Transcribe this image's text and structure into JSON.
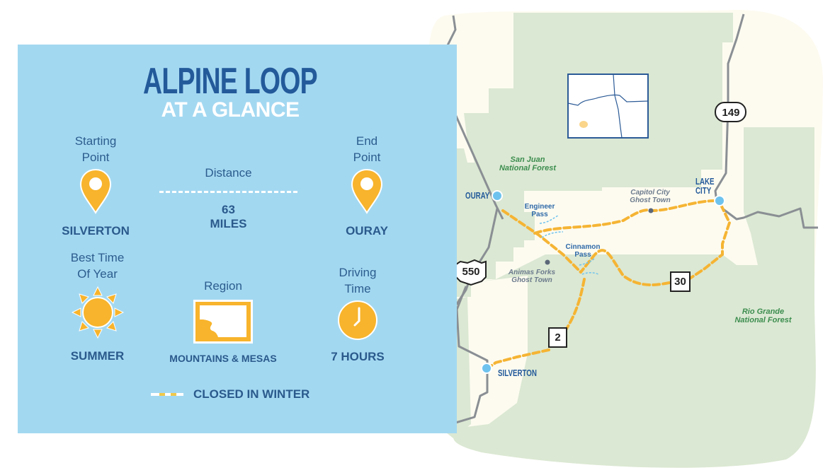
{
  "header": {
    "title": "ALPINE LOOP",
    "subtitle": "AT A GLANCE"
  },
  "facts": {
    "start": {
      "label_line1": "Starting",
      "label_line2": "Point",
      "value": "SILVERTON",
      "icon": "map-pin-icon"
    },
    "distance": {
      "label": "Distance",
      "number": "63",
      "unit": "MILES",
      "icon": "dashed-line-icon"
    },
    "end": {
      "label_line1": "End",
      "label_line2": "Point",
      "value": "OURAY",
      "icon": "map-pin-icon"
    },
    "season": {
      "label_line1": "Best Time",
      "label_line2": "Of Year",
      "value": "SUMMER",
      "icon": "sun-icon"
    },
    "region": {
      "label": "Region",
      "value": "MOUNTAINS & MESAS",
      "icon": "region-map-icon"
    },
    "driving": {
      "label_line1": "Driving",
      "label_line2": "Time",
      "value": "7 HOURS",
      "icon": "clock-icon"
    }
  },
  "legend": {
    "closed_in_winter": "CLOSED IN WINTER"
  },
  "map": {
    "towns": [
      "OURAY",
      "LAKE",
      "CITY",
      "SILVERTON"
    ],
    "forests": {
      "san_juan_1": "San Juan",
      "san_juan_2": "National Forest",
      "rio_grande_1": "Rio Grande",
      "rio_grande_2": "National Forest"
    },
    "passes": {
      "engineer_1": "Engineer",
      "engineer_2": "Pass",
      "cinnamon_1": "Cinnamon",
      "cinnamon_2": "Pass"
    },
    "ghost_towns": {
      "capitol_1": "Capitol City",
      "capitol_2": "Ghost Town",
      "animas_1": "Animas Forks",
      "animas_2": "Ghost Town"
    },
    "routes": {
      "us": "550",
      "state": "149",
      "county_2": "2",
      "county_30": "30"
    }
  },
  "colors": {
    "panel_bg": "#a3d8f1",
    "title_blue": "#235a9a",
    "accent_yellow": "#f8b42c",
    "forest_green": "#dbe8d3",
    "land_cream": "#fdfbf0",
    "road_grey": "#8a8f94",
    "town_dot": "#6ec3ee"
  }
}
